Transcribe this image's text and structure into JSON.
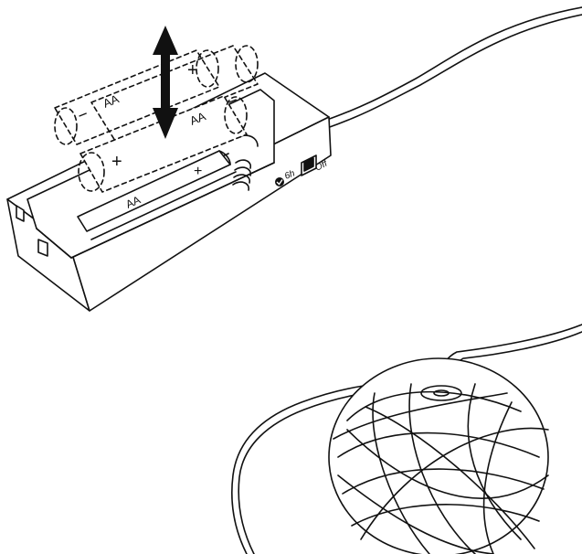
{
  "colors": {
    "ink": "#111111",
    "paper": "#ffffff"
  },
  "labels": {
    "battery_label": "AA",
    "plus_sign": "+",
    "minus_sign": "−",
    "timer_6h": "6h",
    "switch_off": "Off"
  },
  "icons": {
    "arrow": "double-vertical-arrow-icon",
    "checkmark": "check-circle-icon"
  }
}
